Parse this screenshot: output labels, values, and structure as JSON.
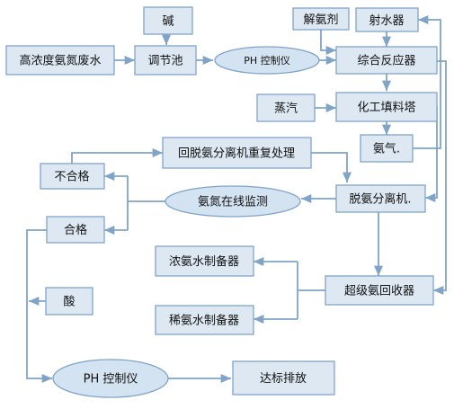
{
  "diagram": {
    "nodes": {
      "raw_water": "高浓度氨氮废水",
      "alkali": "碱",
      "adjust_tank": "调节池",
      "ph_controller_top": "PH 控制仪",
      "deamm_agent": "解氨剂",
      "ejector": "射水器",
      "reactor": "综合反应器",
      "steam": "蒸汽",
      "packed_tower": "化工填料塔",
      "ammonia_gas": "氨气.",
      "reprocess": "回脱氨分离机重复处理",
      "unqualified": "不合格",
      "online_monitor": "氨氮在线监测",
      "separator": "脱氨分离机.",
      "qualified": "合格",
      "concentrated_prep": "浓氨水制备器",
      "recovery": "超级氨回收器",
      "acid": "酸",
      "dilute_prep": "稀氨水制备器",
      "ph_controller_bottom": "PH 控制仪",
      "discharge": "达标排放"
    }
  }
}
